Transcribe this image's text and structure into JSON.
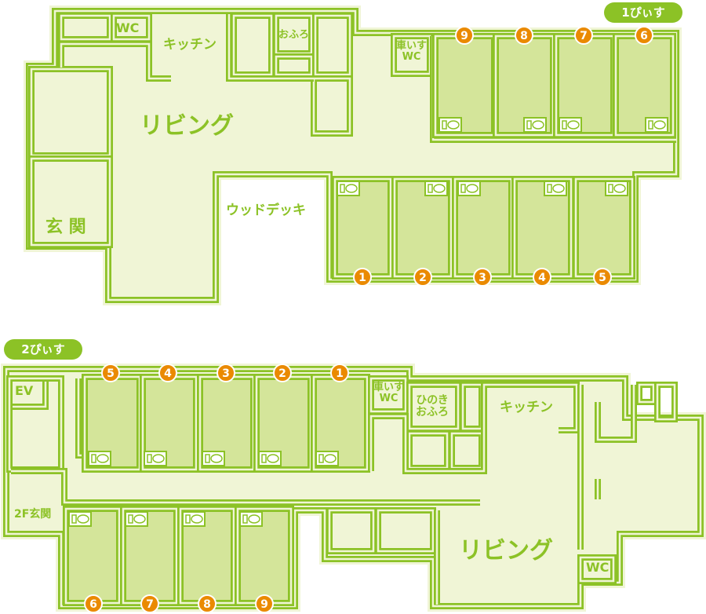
{
  "colors": {
    "background": "#f0f5d6",
    "wall": "#8cc226",
    "room": "#d4e59a",
    "badge": "#ea8a00"
  },
  "floor1": {
    "tag": "1ぴぃす",
    "labels": {
      "wc": "WC",
      "kitchen": "キッチン",
      "bath": "おふろ",
      "accessible_wc": "車いす\nWC",
      "living": "リビング",
      "entrance": "玄 関",
      "deck": "ウッドデッキ"
    },
    "room_numbers_top": [
      "9",
      "8",
      "7",
      "6"
    ],
    "room_numbers_bottom": [
      "1",
      "2",
      "3",
      "4",
      "5"
    ]
  },
  "floor2": {
    "tag": "2ぴぃす",
    "labels": {
      "ev": "EV",
      "accessible_wc": "車いす\nWC",
      "hinoki_bath": "ひのき\nおふろ",
      "kitchen": "キッチン",
      "entrance": "2F玄関",
      "living": "リビング",
      "wc": "WC"
    },
    "room_numbers_top": [
      "5",
      "4",
      "3",
      "2",
      "1"
    ],
    "room_numbers_bottom": [
      "6",
      "7",
      "8",
      "9"
    ]
  }
}
